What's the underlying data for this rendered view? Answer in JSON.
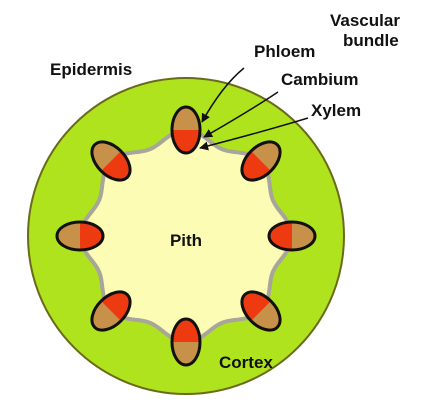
{
  "labels": {
    "vascular_bundle_line1": "Vascular",
    "vascular_bundle_line2": "bundle",
    "epidermis": "Epidermis",
    "phloem": "Phloem",
    "cambium": "Cambium",
    "xylem": "Xylem",
    "pith": "Pith",
    "cortex": "Cortex"
  },
  "colors": {
    "cortex_fill": "#aee31e",
    "epidermis_stroke": "#6a6a1a",
    "pith_fill": "#fdfcb4",
    "pith_border": "#a8a59a",
    "phloem_fill": "#c8914a",
    "xylem_fill": "#ee3a10",
    "bundle_stroke": "#111111",
    "leader_line": "#111111"
  },
  "bundle_count": 8
}
